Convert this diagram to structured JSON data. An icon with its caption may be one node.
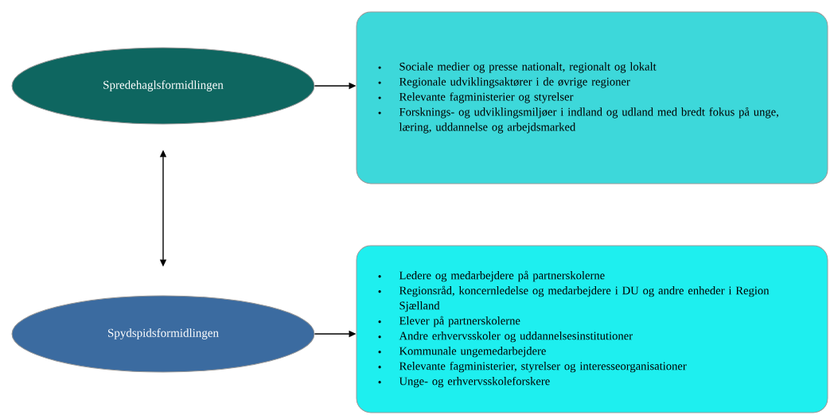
{
  "diagram": {
    "nodes": [
      {
        "text": [
          "Spredehaglsformidlingen"
        ]
      },
      {
        "text": [
          "Sociale medier og presse nationalt, regionalt og lokalt",
          "Regionale udviklingsaktører i de øvrige regioner",
          "Relevante fagministerier og styrelser",
          "Forsknings- og udviklingsmiljøer i indland og udland med bredt fokus på unge, læring, uddannelse og arbejdsmarked"
        ]
      },
      {
        "text": [
          "Spydspidsformidlingen"
        ]
      },
      {
        "text": [
          "Ledere og medarbejdere på partnerskolerne",
          "Regionsråd, koncernledelse og medarbejdere i DU og andre enheder i Region Sjælland",
          "Elever på partnerskolerne",
          "Andre erhvervsskoler og uddannelsesinstitutioner",
          "Kommunale ungemedarbejdere",
          "Relevante fagministerier, styrelser og interesseorganisationer",
          "Unge- og erhvervsskoleforskere"
        ]
      }
    ],
    "edges": [
      {
        "from": 0,
        "to": 1,
        "arrow": "to"
      },
      {
        "from": 0,
        "to": 2,
        "arrow": "both"
      },
      {
        "from": 2,
        "to": 3,
        "arrow": "to"
      }
    ]
  }
}
